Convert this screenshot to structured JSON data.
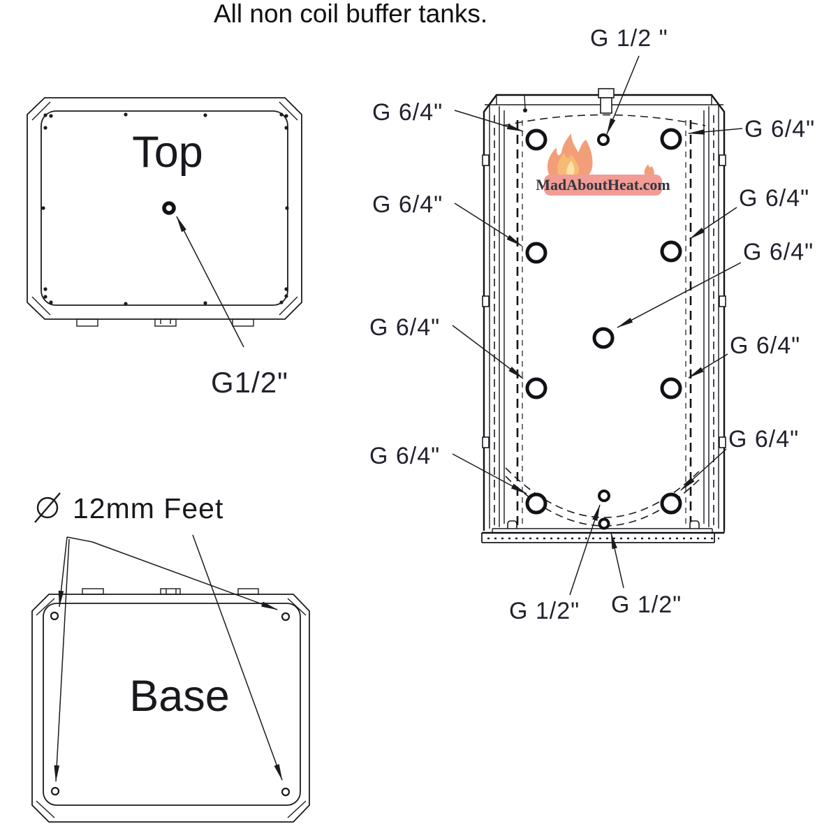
{
  "title": "All non coil buffer tanks.",
  "top_view": {
    "label": "Top",
    "port_label": "G1/2\""
  },
  "base_view": {
    "label": "Base",
    "feet_label": "12mm Feet",
    "icons": {
      "diameter": "diameter-symbol (circle with slash)"
    }
  },
  "front_view": {
    "top_label": "G 1/2 \"",
    "left_labels": [
      "G 6/4\"",
      "G 6/4\"",
      "G 6/4\"",
      "G 6/4\""
    ],
    "right_labels": [
      "G 6/4\"",
      "G 6/4\"",
      "G 6/4\"",
      "G 6/4\"",
      "G 6/4\""
    ],
    "bottom_labels": [
      "G 1/2\"",
      "G 1/2\""
    ]
  },
  "logo": {
    "text": "MadAboutHeat.com",
    "pill_color": "#f0928a",
    "text_color": "#fdeee9",
    "flame_outer": "#ef8350",
    "flame_inner": "#f7b768",
    "flame_core": "#fbdf9f"
  },
  "colors": {
    "line": "#1b1b1f",
    "label_text": "#22222e",
    "background": "#ffffff"
  }
}
